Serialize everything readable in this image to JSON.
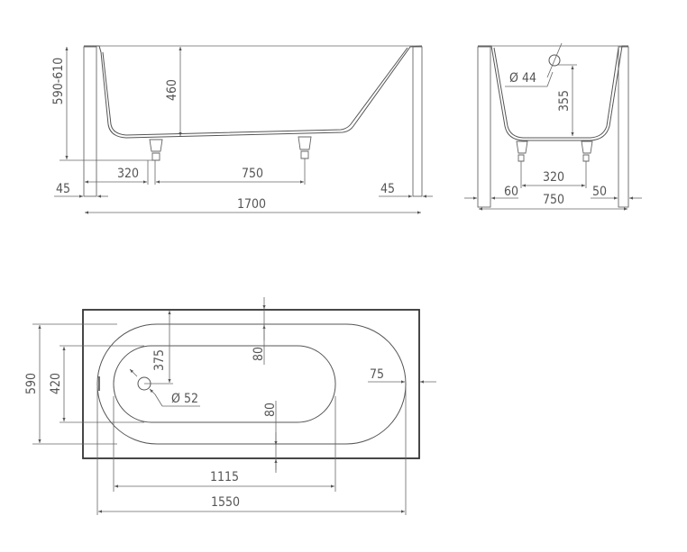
{
  "title": "Bathtub dimension drawing",
  "units": "mm",
  "side_view": {
    "total_height": "590-610",
    "inner_depth": "460",
    "drain_leg_offset": "320",
    "leg_spacing": "750",
    "left_panel": "45",
    "right_panel": "45",
    "total_length": "1700"
  },
  "end_view": {
    "overflow_diameter": "Ø 44",
    "overflow_height": "355",
    "leg_spacing": "320",
    "left_panel": "60",
    "total_width": "750",
    "right_panel": "50"
  },
  "top_view": {
    "outer_width": "590",
    "inner_width": "420",
    "drain_position": "375",
    "rim_top": "80",
    "rim_bottom": "80",
    "rim_end": "75",
    "drain_diameter": "Ø 52",
    "inner_length": "1115",
    "outer_length": "1550"
  }
}
